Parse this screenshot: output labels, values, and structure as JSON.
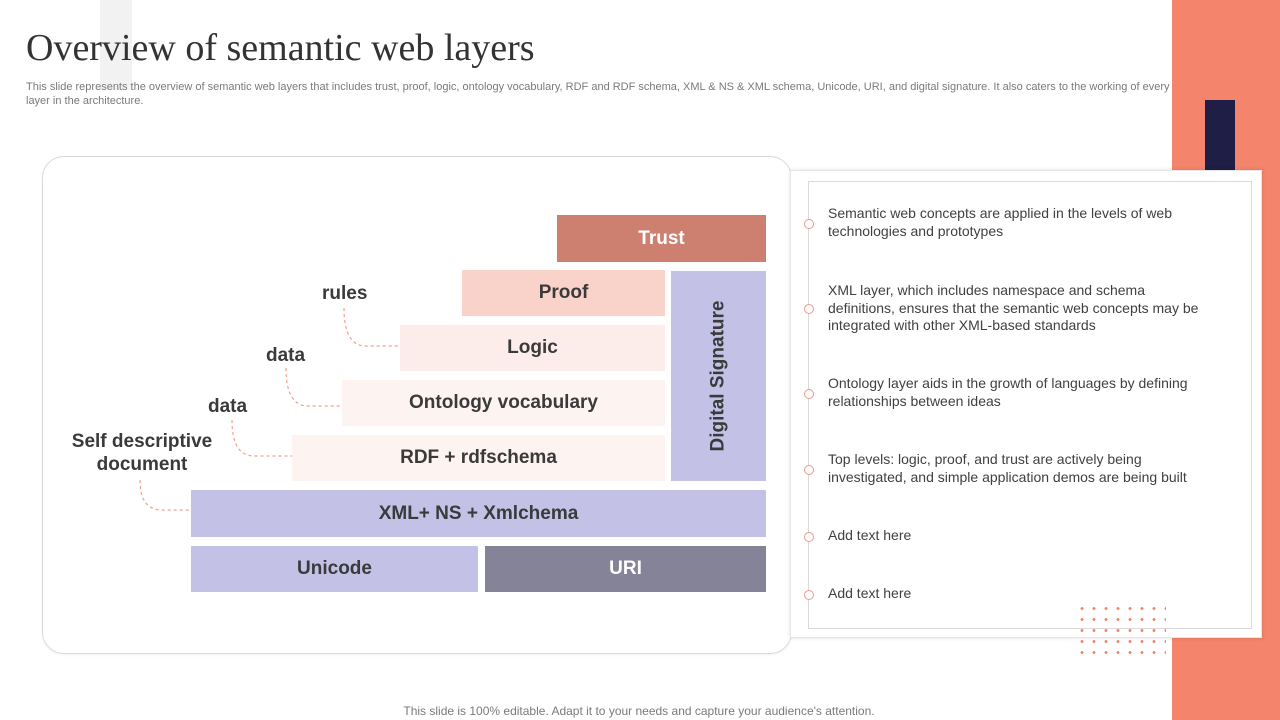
{
  "slide": {
    "title": "Overview of semantic web layers",
    "subtitle": "This slide represents the overview of semantic web layers that includes trust, proof, logic, ontology vocabulary, RDF and RDF schema, XML & NS & XML  schema, Unicode, URI, and digital signature. It also caters to the working of every  layer in the architecture.",
    "footer": "This slide is 100% editable. Adapt it to your needs and capture your audience's attention."
  },
  "diagram": {
    "layers": {
      "trust": "Trust",
      "proof": "Proof",
      "logic": "Logic",
      "ontology": "Ontology vocabulary",
      "rdf": "RDF + rdfschema",
      "xml": "XML+ NS + Xmlchema",
      "unicode": "Unicode",
      "uri": "URI",
      "digital_signature": "Digital Signature"
    },
    "side_labels": {
      "rules": "rules",
      "data_upper": "data",
      "data_lower": "data",
      "self_descriptive": "Self descriptive document"
    }
  },
  "notes": [
    "Semantic web concepts are applied in the levels of web technologies and prototypes",
    "XML layer, which includes namespace and schema definitions, ensures that the semantic web concepts may be integrated with other XML-based standards",
    "Ontology layer aids in the growth of languages by defining relationships between ideas",
    "Top levels: logic, proof, and trust are actively being investigated, and simple application demos are being built",
    "Add text here",
    "Add text here"
  ],
  "colors": {
    "accent": "#f4846c",
    "navy": "#1e1e46",
    "trust": "#cd8070",
    "lavender": "#c3c1e6",
    "uri": "#858398"
  }
}
